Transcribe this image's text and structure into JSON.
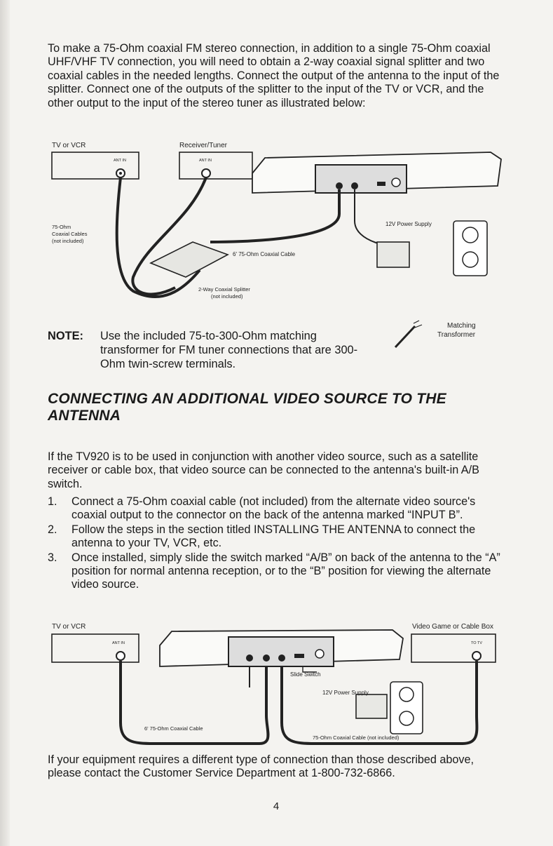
{
  "intro_paragraph": "To make a 75-Ohm coaxial FM stereo connection, in addition to a single 75-Ohm coaxial UHF/VHF TV connection, you will need to obtain a 2-way coaxial signal splitter and two coaxial cables in the needed lengths. Connect the output of the antenna to the input of the splitter. Connect one of the outputs of the splitter to the input of the TV or VCR, and the other output to the input of the stereo tuner as illustrated below:",
  "diagram1": {
    "tv_vcr_label": "TV or VCR",
    "receiver_label": "Receiver/Tuner",
    "ant_in_label": "ANT IN",
    "coax_cables_label_1": "75-Ohm",
    "coax_cables_label_2": "Coaxial Cables",
    "coax_cables_label_3": "(not included)",
    "cable_label": "6' 75-Ohm Coaxial Cable",
    "splitter_label_1": "2-Way Coaxial Splitter",
    "splitter_label_2": "(not included)",
    "power_label": "12V Power Supply"
  },
  "note": {
    "label": "NOTE:",
    "text": "Use the included 75-to-300-Ohm matching transformer for FM tuner connections that are 300-Ohm twin-screw terminals."
  },
  "transformer_label_1": "Matching",
  "transformer_label_2": "Transformer",
  "section_heading": "CONNECTING AN ADDITIONAL VIDEO SOURCE TO THE ANTENNA",
  "section_paragraph": "If the TV920 is to be used in conjunction with another video source, such as a satellite receiver or cable box, that video source can be connected to the antenna's built-in A/B switch.",
  "steps": [
    {
      "num": "1.",
      "text": "Connect a 75-Ohm coaxial cable (not included) from the alternate video source's coaxial output to the connector on the back of the antenna marked “INPUT B”."
    },
    {
      "num": "2.",
      "text": "Follow the steps in the section titled INSTALLING THE ANTENNA to connect the antenna to your TV, VCR, etc."
    },
    {
      "num": "3.",
      "text": "Once installed, simply slide the switch marked “A/B” on back of the antenna to the “A” position for normal antenna reception, or to the “B” position for viewing the alternate video source."
    }
  ],
  "diagram2": {
    "tv_vcr_label": "TV or VCR",
    "video_game_label": "Video Game or Cable Box",
    "ant_in_label": "ANT IN",
    "to_tv_label": "TO TV",
    "slide_switch_label": "Slide Switch",
    "power_label": "12V Power Supply",
    "cable_label_left": "6' 75-Ohm Coaxial Cable",
    "cable_label_right": "75-Ohm Coaxial Cable (not included)"
  },
  "closing_paragraph": "If your equipment requires a different type of connection than those described above, please contact the Customer Service Department at 1-800-732-6866.",
  "page_number": "4"
}
